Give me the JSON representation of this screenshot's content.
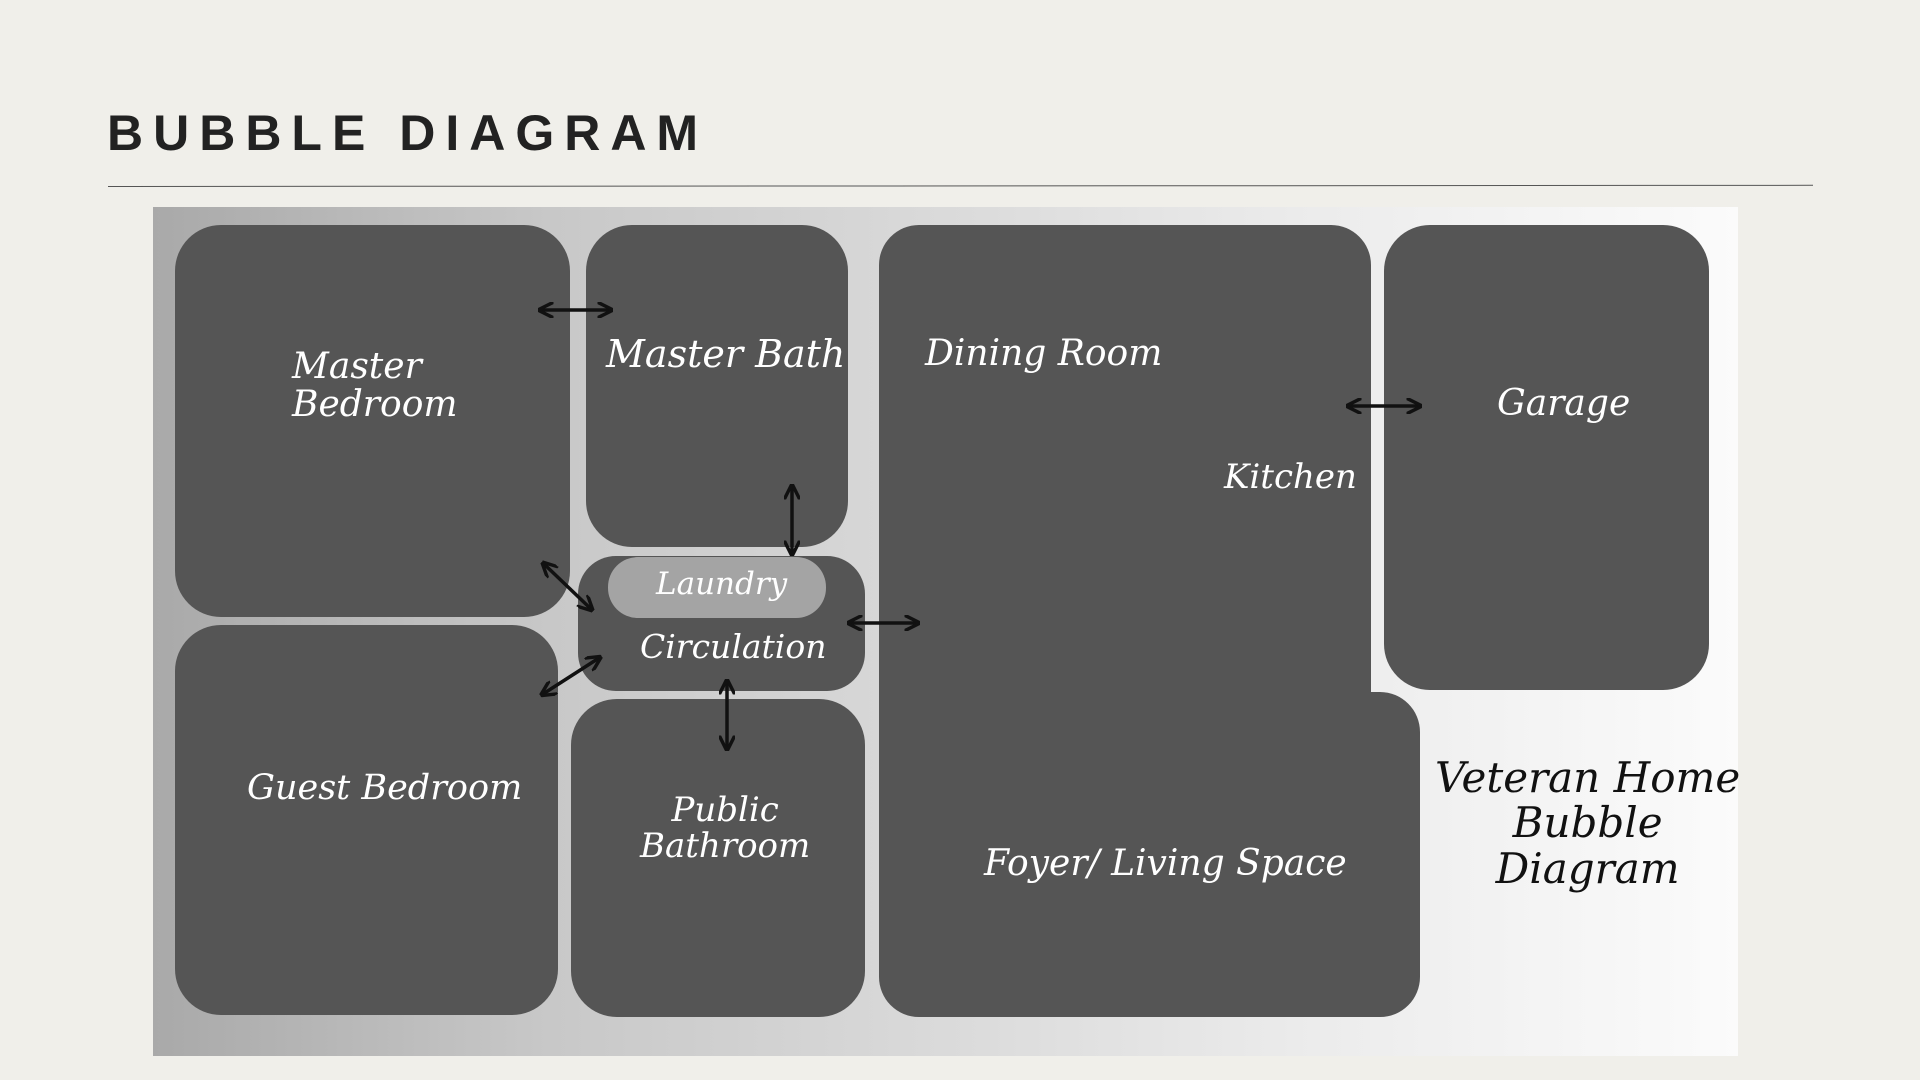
{
  "page": {
    "title": "BUBBLE DIAGRAM"
  },
  "rooms": {
    "master_bedroom": "Master\nBedroom",
    "master_bath": "Master Bath",
    "dining_room": "Dining Room",
    "kitchen": "Kitchen",
    "garage": "Garage",
    "laundry": "Laundry",
    "circulation": "Circulation",
    "guest_bedroom": "Guest Bedroom",
    "public_bathroom": "Public\nBathroom",
    "foyer_living_space": "Foyer/ Living Space"
  },
  "caption": "Veteran Home\nBubble\nDiagram",
  "colors": {
    "background": "#f0efea",
    "room_fill": "#555555",
    "laundry_fill": "#a4a4a4",
    "arrow": "#111111",
    "title": "#222222"
  },
  "connections": [
    [
      "Master Bedroom",
      "Master Bath"
    ],
    [
      "Master Bath",
      "Laundry"
    ],
    [
      "Master Bedroom",
      "Circulation"
    ],
    [
      "Guest Bedroom",
      "Circulation"
    ],
    [
      "Circulation",
      "Public Bathroom"
    ],
    [
      "Circulation",
      "Foyer/ Living Space"
    ],
    [
      "Kitchen",
      "Garage"
    ]
  ]
}
